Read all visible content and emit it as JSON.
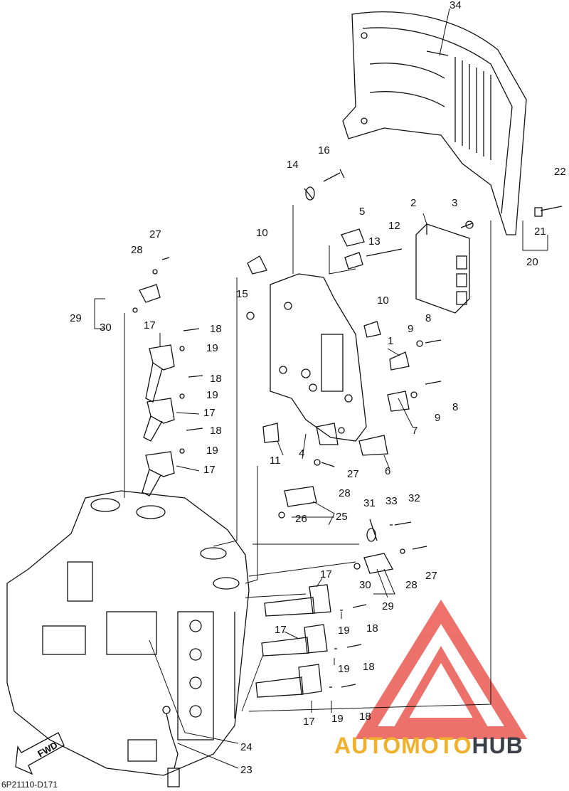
{
  "diagram_code": "6P21110-D171",
  "fwd_label": "FWD",
  "watermark": {
    "part1": "AUTOMOTO",
    "part2": "HUB",
    "triangle_color": "#e8423a",
    "text_color1": "#f1b02b",
    "text_color2": "#3a3f48"
  },
  "callouts": [
    "34",
    "22",
    "16",
    "14",
    "21",
    "20",
    "2",
    "3",
    "5",
    "12",
    "13",
    "10",
    "27",
    "28",
    "29",
    "30",
    "15",
    "10",
    "9",
    "8",
    "1",
    "17",
    "18",
    "19",
    "18",
    "19",
    "17",
    "18",
    "19",
    "17",
    "11",
    "4",
    "6",
    "7",
    "9",
    "8",
    "27",
    "28",
    "26",
    "25",
    "31",
    "33",
    "32",
    "27",
    "28",
    "17",
    "30",
    "29",
    "19",
    "18",
    "17",
    "19",
    "18",
    "17",
    "19",
    "18",
    "24",
    "23"
  ]
}
